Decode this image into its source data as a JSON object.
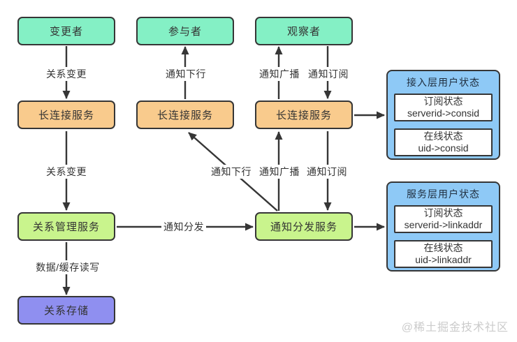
{
  "diagram": {
    "nodes": {
      "changer": "变更者",
      "participant": "参与者",
      "observer": "观察者",
      "link_service_1": "长连接服务",
      "link_service_2": "长连接服务",
      "link_service_3": "长连接服务",
      "relation_mgmt_service": "关系管理服务",
      "notify_dispatch_service": "通知分发服务",
      "relation_storage": "关系存储"
    },
    "groups": {
      "access_layer": {
        "title": "接入层用户状态",
        "items": [
          {
            "line1": "订阅状态",
            "line2": "serverid->consid"
          },
          {
            "line1": "在线状态",
            "line2": "uid->consid"
          }
        ]
      },
      "service_layer": {
        "title": "服务层用户状态",
        "items": [
          {
            "line1": "订阅状态",
            "line2": "serverid->linkaddr"
          },
          {
            "line1": "在线状态",
            "line2": "uid->linkaddr"
          }
        ]
      }
    },
    "edge_labels": {
      "rel_change_top": "关系变更",
      "rel_change_mid": "关系变更",
      "notify_down_top": "通知下行",
      "notify_down_mid": "通知下行",
      "notify_broadcast_top": "通知广播",
      "notify_broadcast_mid": "通知广播",
      "notify_subscribe_top": "通知订阅",
      "notify_subscribe_mid": "通知订阅",
      "notify_dispatch": "通知分发",
      "data_cache_rw": "数据/缓存读写"
    },
    "colors": {
      "mint": "#84f0c5",
      "orange": "#f9cb8d",
      "lime": "#c9f48d",
      "purple": "#8f8ff0",
      "blue": "#8ec9f6",
      "border": "#363636",
      "ink": "#333333",
      "wm": "#cbcbcb"
    },
    "watermark": "@稀土掘金技术社区"
  }
}
